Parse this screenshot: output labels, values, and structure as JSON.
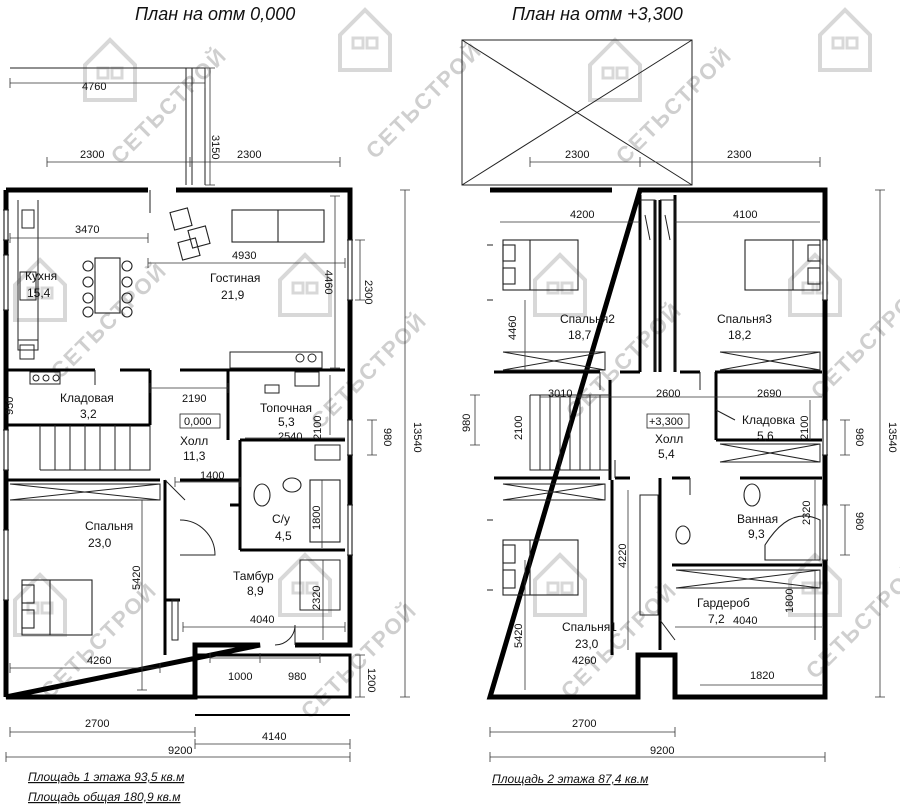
{
  "plans": [
    {
      "title": "План на отм 0,000",
      "rooms": [
        {
          "name": "Кухня",
          "area": "15,4"
        },
        {
          "name": "Гостиная",
          "area": "21,9"
        },
        {
          "name": "Кладовая",
          "area": "3,2"
        },
        {
          "name": "Топочная",
          "area": "5,3"
        },
        {
          "name": "Холл",
          "area": "11,3"
        },
        {
          "name": "Спальня",
          "area": "23,0"
        },
        {
          "name": "С/у",
          "area": "4,5"
        },
        {
          "name": "Тамбур",
          "area": "8,9"
        }
      ],
      "level_mark": "0,000",
      "dimensions": [
        "4760",
        "3150",
        "2300",
        "2300",
        "3470",
        "4930",
        "4460",
        "2300",
        "950",
        "2190",
        "2540",
        "2100",
        "980",
        "13540",
        "1400",
        "1800",
        "5420",
        "2320",
        "4040",
        "4260",
        "1000",
        "980",
        "1200",
        "2700",
        "4140",
        "9200"
      ],
      "area_note": "Площадь 1 этажа 93,5 кв.м",
      "total_note": "Площадь общая 180,9 кв.м"
    },
    {
      "title": "План на отм +3,300",
      "rooms": [
        {
          "name": "Спальня2",
          "area": "18,7"
        },
        {
          "name": "Спальня3",
          "area": "18,2"
        },
        {
          "name": "Холл",
          "area": "5,4"
        },
        {
          "name": "Кладовка",
          "area": "5,6"
        },
        {
          "name": "Ванная",
          "area": "9,3"
        },
        {
          "name": "Спальня1",
          "area": "23,0"
        },
        {
          "name": "Гардероб",
          "area": "7,2"
        }
      ],
      "level_mark": "+3,300",
      "dimensions": [
        "2300",
        "2300",
        "4200",
        "4100",
        "4460",
        "3010",
        "2600",
        "2690",
        "980",
        "2100",
        "2100",
        "980",
        "13540",
        "2320",
        "980",
        "4220",
        "1800",
        "4040",
        "5420",
        "4260",
        "1820",
        "2700",
        "9200"
      ],
      "area_note": "Площадь 2 этажа 87,4 кв.м"
    }
  ],
  "watermark": "СЕТЬСТРОЙ"
}
